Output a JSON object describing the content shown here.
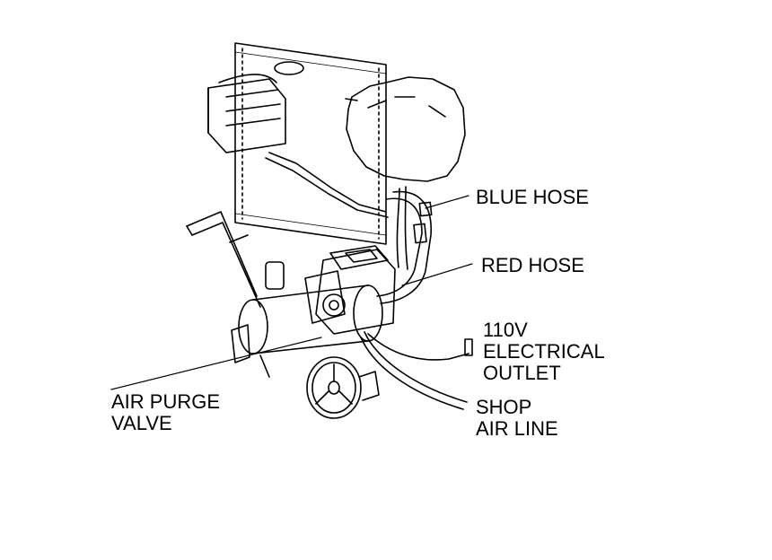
{
  "labels": {
    "blue_hose": "BLUE HOSE",
    "red_hose": "RED HOSE",
    "outlet": [
      "110V",
      "ELECTRICAL",
      "OUTLET"
    ],
    "shop_air": [
      "SHOP",
      "AIR LINE"
    ],
    "air_purge": [
      "AIR PURGE",
      "VALVE"
    ]
  },
  "colors": {
    "line": "#000000",
    "background": "#ffffff"
  }
}
